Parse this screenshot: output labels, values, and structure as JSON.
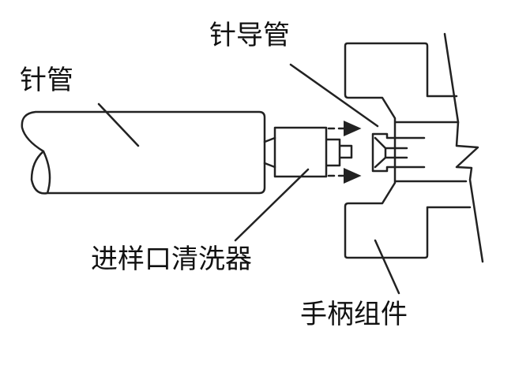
{
  "labels": {
    "needle_tube": "针管",
    "needle_guide": "针导管",
    "inlet_cleaner": "进样口清洗器",
    "handle_assembly": "手柄组件"
  }
}
